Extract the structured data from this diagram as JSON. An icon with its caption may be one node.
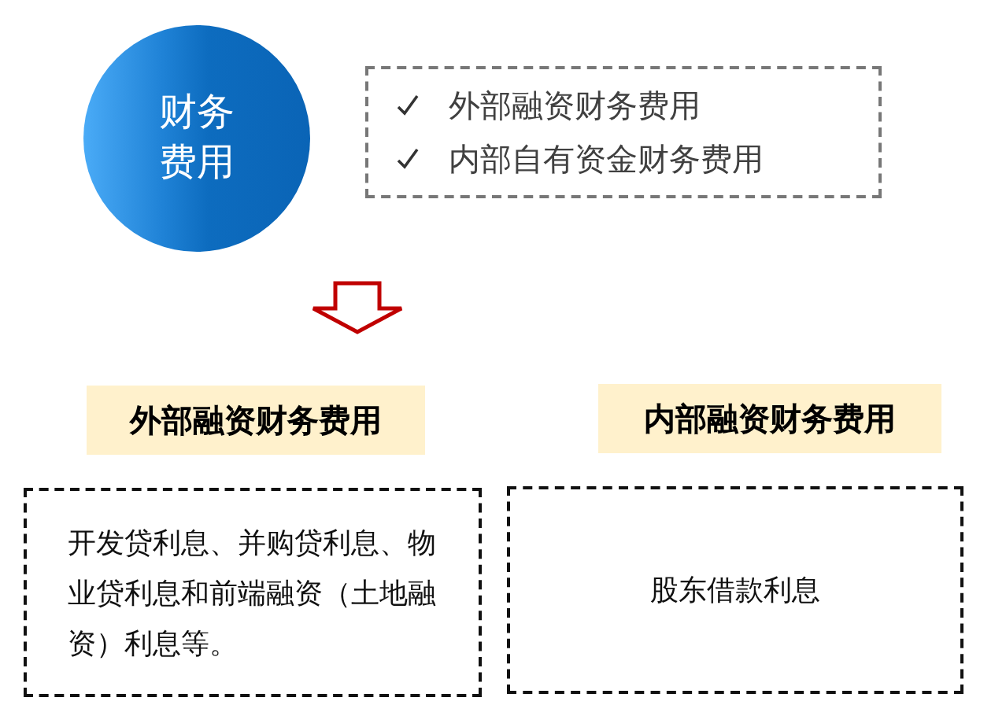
{
  "diagram": {
    "nodes": [
      {
        "text": [
          "财务费用"
        ]
      },
      {
        "text": [
          "外部融资财务费用",
          "内部自有资金财务费用"
        ]
      },
      {
        "text": [
          "外部融资财务费用"
        ]
      },
      {
        "text": [
          "内部融资财务费用"
        ]
      },
      {
        "text": [
          "开发贷利息、并购贷利息、物业贷利息和前端融资（土地融资）利息等。"
        ]
      },
      {
        "text": [
          "股东借款利息"
        ]
      }
    ]
  }
}
